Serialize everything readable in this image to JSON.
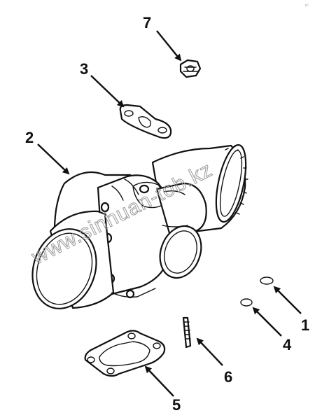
{
  "corner_tag": "ᵖᵒ",
  "watermark": "www.sinhuan-tob.kz",
  "callouts": [
    {
      "id": "1",
      "label": "1"
    },
    {
      "id": "2",
      "label": "2"
    },
    {
      "id": "3",
      "label": "3"
    },
    {
      "id": "4",
      "label": "4"
    },
    {
      "id": "5",
      "label": "5"
    },
    {
      "id": "6",
      "label": "6"
    },
    {
      "id": "7",
      "label": "7"
    }
  ]
}
